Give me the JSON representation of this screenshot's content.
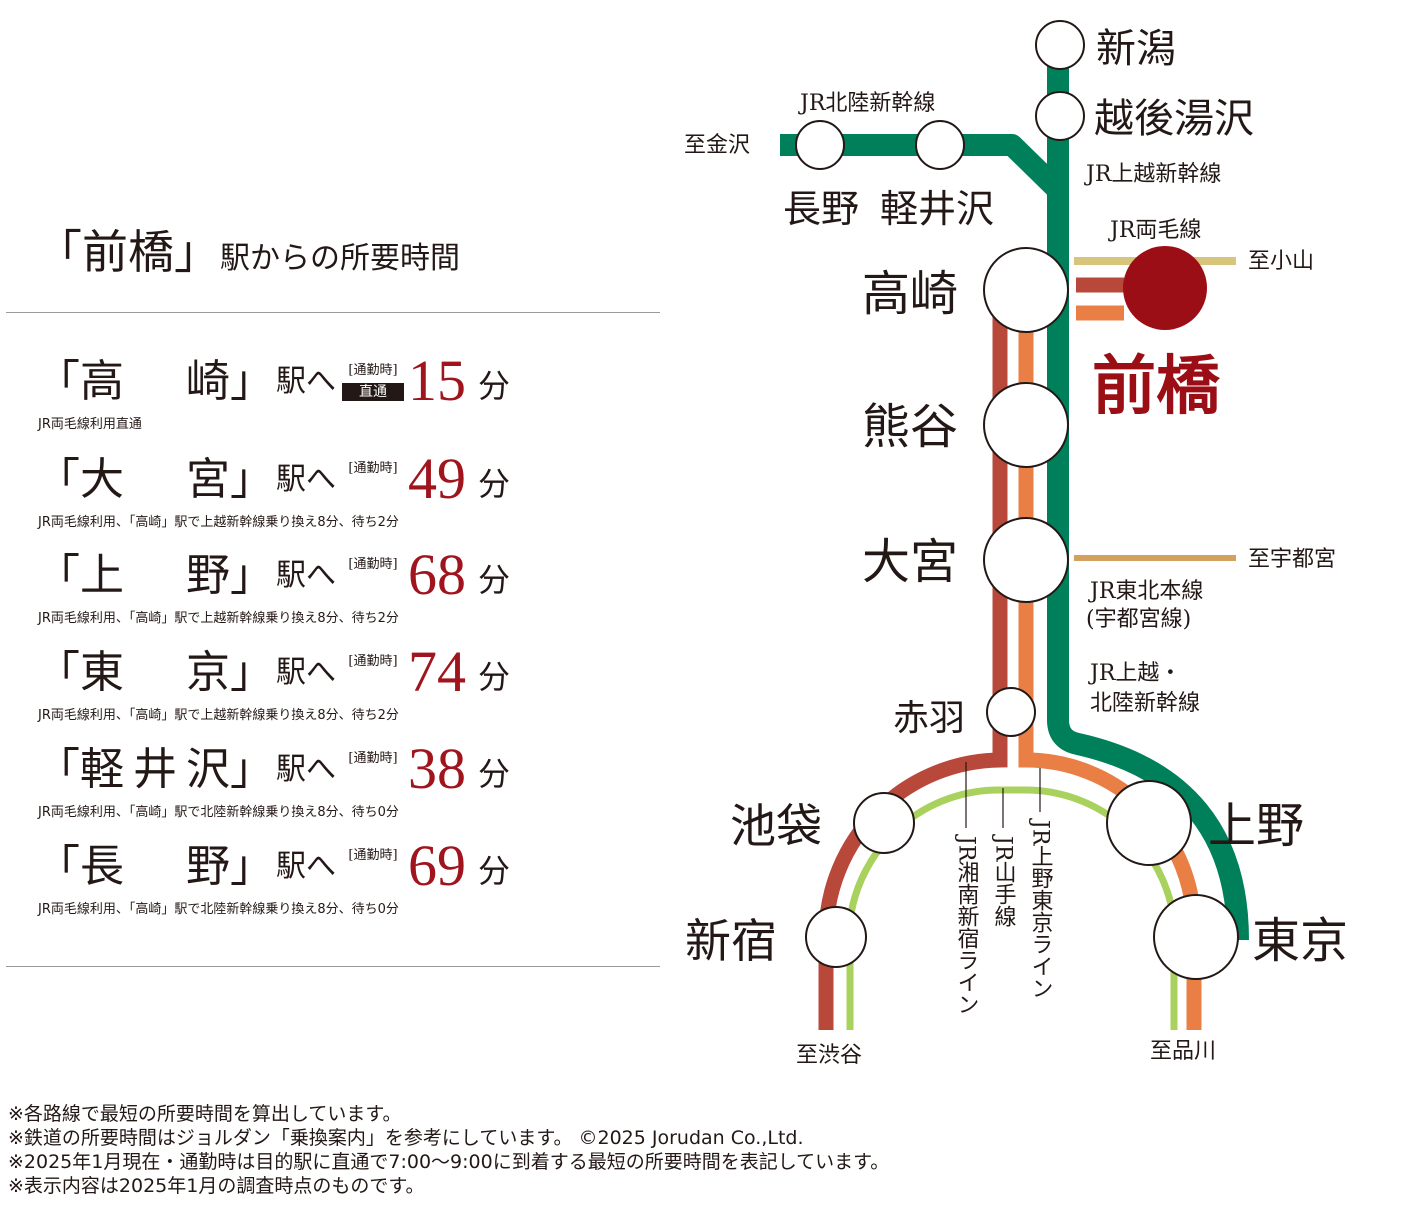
{
  "panel": {
    "title_main": "「前橋」",
    "title_sub": "駅からの所要時間",
    "routes": [
      {
        "name": "高崎",
        "eki": "駅へ",
        "label": "[通勤時]",
        "badge": "直通",
        "minutes": "15",
        "unit": "分",
        "note": "JR両毛線利用直通"
      },
      {
        "name": "大宮",
        "eki": "駅へ",
        "label": "[通勤時]",
        "badge": "",
        "minutes": "49",
        "unit": "分",
        "note": "JR両毛線利用、「高崎」駅で上越新幹線乗り換え8分、待ち2分"
      },
      {
        "name": "上野",
        "eki": "駅へ",
        "label": "[通勤時]",
        "badge": "",
        "minutes": "68",
        "unit": "分",
        "note": "JR両毛線利用、「高崎」駅で上越新幹線乗り換え8分、待ち2分"
      },
      {
        "name": "東京",
        "eki": "駅へ",
        "label": "[通勤時]",
        "badge": "",
        "minutes": "74",
        "unit": "分",
        "note": "JR両毛線利用、「高崎」駅で上越新幹線乗り換え8分、待ち2分"
      },
      {
        "name": "軽井沢",
        "eki": "駅へ",
        "label": "[通勤時]",
        "badge": "",
        "minutes": "38",
        "unit": "分",
        "note": "JR両毛線利用、「高崎」駅で北陸新幹線乗り換え8分、待ち0分"
      },
      {
        "name": "長野",
        "eki": "駅へ",
        "label": "[通勤時]",
        "badge": "",
        "minutes": "69",
        "unit": "分",
        "note": "JR両毛線利用、「高崎」駅で北陸新幹線乗り換え8分、待ち0分"
      }
    ]
  },
  "map": {
    "stations": {
      "niigata": "新潟",
      "echigo_yuzawa": "越後湯沢",
      "nagano": "長野",
      "karuizawa": "軽井沢",
      "takasaki": "高崎",
      "maebashi": "前橋",
      "kumagaya": "熊谷",
      "omiya": "大宮",
      "akabane": "赤羽",
      "ikebukuro": "池袋",
      "shinjuku": "新宿",
      "ueno": "上野",
      "tokyo": "東京"
    },
    "lines": {
      "hokuriku": "JR北陸新幹線",
      "joetsu": "JR上越新幹線",
      "ryomo": "JR両毛線",
      "tohoku_1": "JR東北本線",
      "tohoku_2": "(宇都宮線)",
      "joetsu_hokuriku_1": "JR上越・",
      "joetsu_hokuriku_2": "北陸新幹線",
      "shonan": "JR湘南新宿ライン",
      "yamanote": "JR山手線",
      "ueno_tokyo": "JR上野東京ライン"
    },
    "destinations": {
      "kanazawa": "至金沢",
      "oyama": "至小山",
      "utsunomiya": "至宇都宮",
      "shibuya": "至渋谷",
      "shinagawa": "至品川"
    },
    "colors": {
      "shinkansen": "#00805a",
      "shonan": "#b7483a",
      "ueno_tokyo": "#e97f45",
      "yamanote": "#a8d25d",
      "ryomo": "#d7c57b",
      "tohoku": "#d2a15e",
      "maebashi": "#9c0e16"
    }
  },
  "footnotes": [
    "※各路線で最短の所要時間を算出しています。",
    "※鉄道の所要時間はジョルダン「乗換案内」を参考にしています。 ©2025 Jorudan Co.,Ltd.",
    "※2025年1月現在・通勤時は目的駅に直通で7:00～9:00に到着する最短の所要時間を表記しています。",
    "※表示内容は2025年1月の調査時点のものです。"
  ]
}
